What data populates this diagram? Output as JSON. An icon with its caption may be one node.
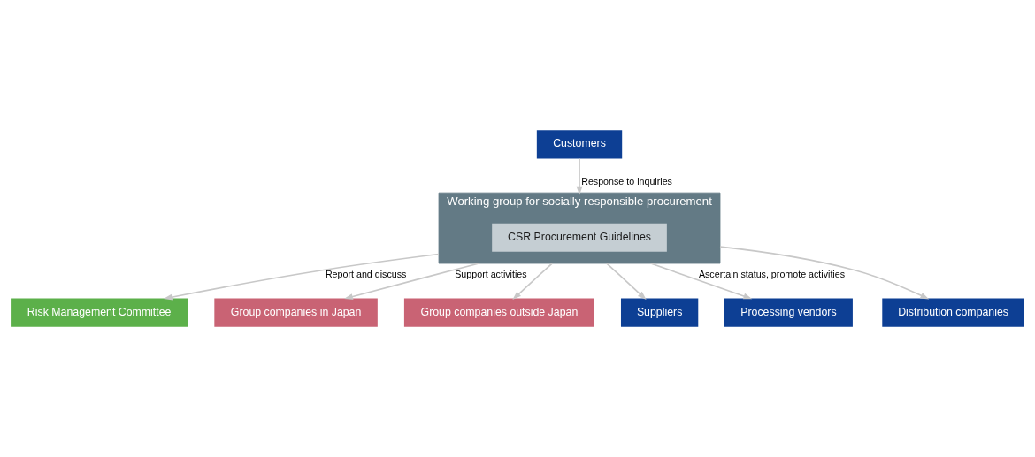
{
  "diagram": {
    "nodes": [
      {
        "text": [
          "Risk Management Committee"
        ]
      },
      {
        "text": [
          "Customers"
        ]
      },
      {
        "text": [
          "Working group for socially responsible procurement"
        ]
      },
      {
        "text": [
          "CSR Procurement Guidelines"
        ],
        "in": 2
      },
      {
        "text": [
          "Group companies in Japan"
        ]
      },
      {
        "text": [
          "Group companies outside Japan"
        ]
      },
      {
        "text": [
          "Suppliers"
        ]
      },
      {
        "text": [
          "Processing vendors"
        ]
      },
      {
        "text": [
          "Distribution companies"
        ]
      }
    ],
    "edges": [
      {
        "from": 2,
        "to": 0,
        "arrow": "to",
        "label": "Report and discuss"
      },
      {
        "from": 1,
        "to": 2,
        "arrow": "to",
        "label": "Response to inquiries"
      },
      {
        "from": 2,
        "to": 4,
        "arrow": "to",
        "label": "Support activities"
      },
      {
        "from": 2,
        "to": 5,
        "arrow": "to"
      },
      {
        "from": 2,
        "to": 6,
        "arrow": "to"
      },
      {
        "from": 2,
        "to": 7,
        "arrow": "to",
        "label": "Ascertain status, promote activities"
      },
      {
        "from": 2,
        "to": 8,
        "arrow": "to"
      }
    ]
  }
}
